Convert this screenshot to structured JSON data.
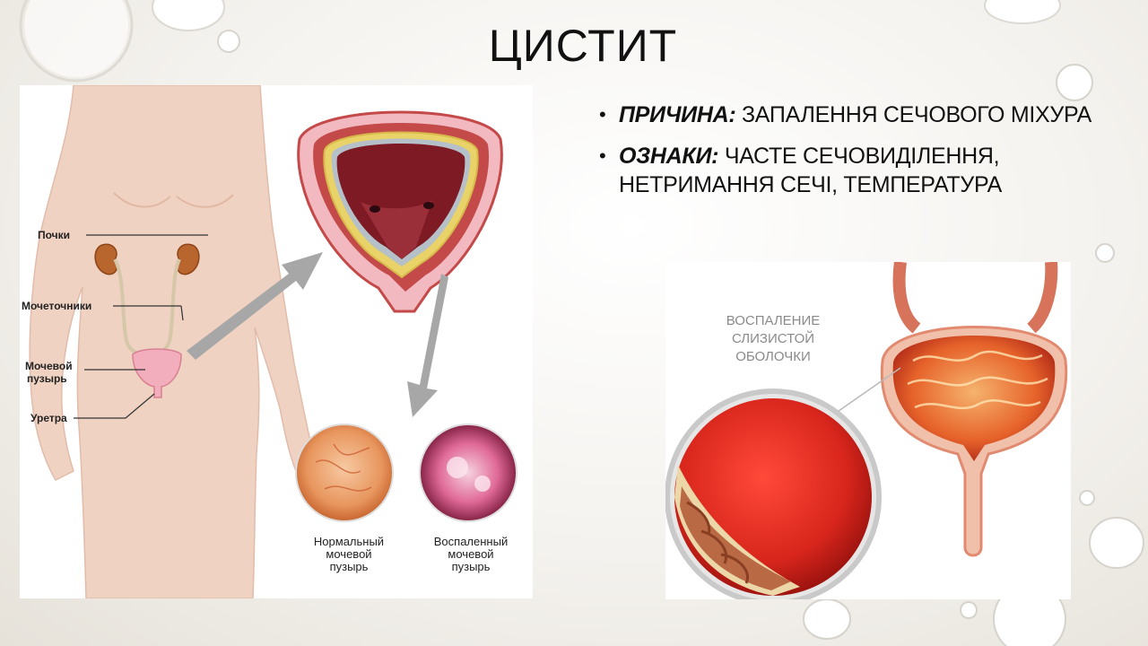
{
  "slide": {
    "title": "ЦИСТИТ",
    "bullets": [
      {
        "term": "ПРИЧИНА:",
        "text": " ЗАПАЛЕННЯ СЕЧОВОГО МІХУРА"
      },
      {
        "term": "ОЗНАКИ:",
        "text": " ЧАСТЕ СЕЧОВИДІЛЕННЯ,",
        "text2": "НЕТРИМАННЯ СЕЧІ, ТЕМПЕРАТУРА"
      }
    ]
  },
  "diagram_left": {
    "labels": {
      "kidneys": "Почки",
      "ureters": "Мочеточники",
      "bladder_1": "Мочевой",
      "bladder_2": "пузырь",
      "urethra": "Уретра"
    },
    "normal_caption": [
      "Нормальный",
      "мочевой",
      "пузырь"
    ],
    "inflamed_caption": [
      "Воспаленный",
      "мочевой",
      "пузырь"
    ]
  },
  "diagram_right": {
    "caption": [
      "ВОСПАЛЕНИЕ",
      "СЛИЗИСТОЙ",
      "ОБОЛОЧКИ"
    ]
  },
  "colors": {
    "skin": "#f0d2c2",
    "bladder_outer": "#c44a4a",
    "bladder_inner": "#7d1a24",
    "inflamed": "#d9261c",
    "arrow": "#a7a7a7"
  }
}
